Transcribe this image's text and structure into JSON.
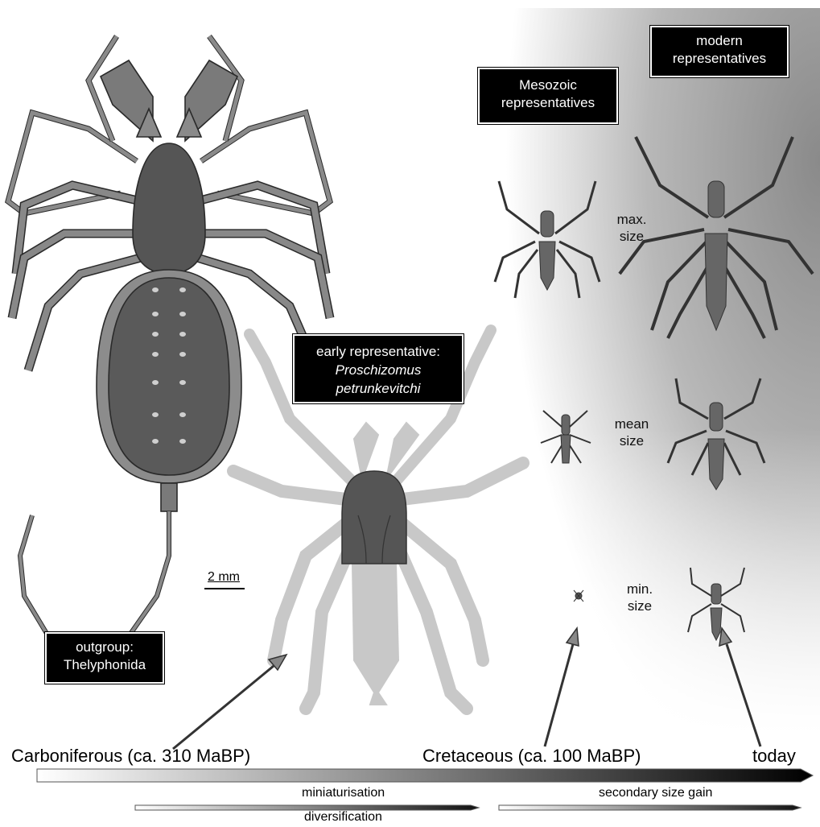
{
  "labels": {
    "outgroup": "outgroup:",
    "outgroup_name": "Thelyphonida",
    "early": "early representative:",
    "early_genus": "Proschizomus",
    "early_species": "petrunkevitchi",
    "mesozoic_1": "Mesozoic",
    "mesozoic_2": "representatives",
    "modern_1": "modern",
    "modern_2": "representatives",
    "max_1": "max.",
    "max_2": "size",
    "mean_1": "mean",
    "mean_2": "size",
    "min_1": "min.",
    "min_2": "size",
    "scale": "2 mm"
  },
  "timeline": {
    "carboniferous": "Carboniferous (ca. 310 MaBP)",
    "cretaceous": "Cretaceous (ca. 100 MaBP)",
    "today": "today",
    "miniaturisation": "miniaturisation",
    "diversification": "diversification",
    "secondary": "secondary size gain"
  },
  "colors": {
    "dark_body": "#555555",
    "mid_body": "#777777",
    "ghost_body": "#c8c8c8",
    "outline": "#2a2a2a"
  }
}
